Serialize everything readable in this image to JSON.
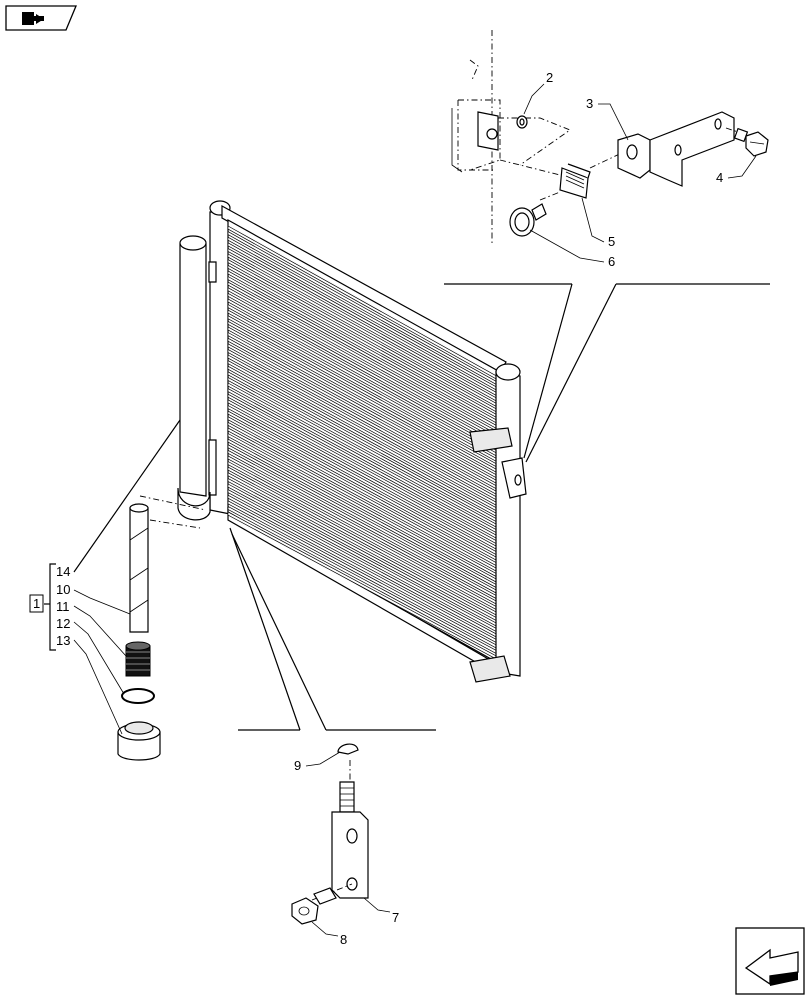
{
  "callouts": [
    {
      "id": "1",
      "text": "1"
    },
    {
      "id": "2",
      "text": "2"
    },
    {
      "id": "3",
      "text": "3"
    },
    {
      "id": "4",
      "text": "4"
    },
    {
      "id": "5",
      "text": "5"
    },
    {
      "id": "6",
      "text": "6"
    },
    {
      "id": "7",
      "text": "7"
    },
    {
      "id": "8",
      "text": "8"
    },
    {
      "id": "9",
      "text": "9"
    },
    {
      "id": "10",
      "text": "10"
    },
    {
      "id": "11",
      "text": "11"
    },
    {
      "id": "12",
      "text": "12"
    },
    {
      "id": "13",
      "text": "13"
    },
    {
      "id": "14",
      "text": "14"
    }
  ],
  "icons": {
    "top_left": "book-navigation-icon",
    "bottom_right": "next-page-arrow-icon"
  }
}
